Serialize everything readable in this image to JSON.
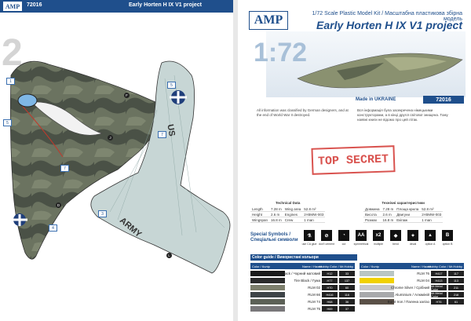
{
  "left_page": {
    "header_logo": "AMP",
    "kit_number": "72016",
    "title": "Early Horten H IX V1 project",
    "page_number": "2",
    "callouts": [
      "1",
      "5",
      "5",
      "7",
      "7",
      "3",
      "4"
    ],
    "dot_labels": [
      "F",
      "J",
      "D",
      "L"
    ],
    "insignia_text": "US",
    "wing_text": "ARMY"
  },
  "right_page": {
    "logo": "AMP",
    "kit_line": "1/72  Scale Plastic Model Kit / Масштабна пластикова збірна модель",
    "kit_name": "Early Horten H IX V1 project",
    "scale_text": "1:72",
    "made_in": "Made in UKRAINE",
    "kit_number": "72016",
    "info_en": "All information was classified by German designers, and at the end of World War II destroyed.",
    "info_ua": "Вся інформація була засекречена німецькими конструкторами, а в кінці другої світової знищена. Тому наявні книги не відомо про цей літак.",
    "stamp": "TOP SECRET",
    "tech_en": {
      "title": "Technical Data",
      "rows": [
        [
          "Length",
          "7.28 m",
          "Wing area",
          "52.8 m²"
        ],
        [
          "Height",
          "2.6 m",
          "Engines",
          "2×BMW-003"
        ],
        [
          "Wingspan",
          "16.8 m",
          "Crew",
          "1 man"
        ]
      ]
    },
    "tech_ua": {
      "title": "Технічні характеристики",
      "rows": [
        [
          "Довжина",
          "7.28 m",
          "Площа крила",
          "52.8 m²"
        ],
        [
          "Висота",
          "2.6 m",
          "Двигуни",
          "2×BMW-003"
        ],
        [
          "Розмах",
          "16.8 m",
          "Екіпаж",
          "1 man"
        ]
      ]
    },
    "symbols_title_1": "Special Symbols /",
    "symbols_title_2": "Спеціальні символи",
    "symbols": [
      {
        "glyph": "⚗",
        "caption": "use CA glue"
      },
      {
        "glyph": "⊘",
        "caption": "don't cement"
      },
      {
        "glyph": "◔",
        "caption": "cut"
      },
      {
        "glyph": "AA",
        "caption": "symmetrical"
      },
      {
        "glyph": "x2",
        "caption": "multiple"
      },
      {
        "glyph": "◆",
        "caption": "bend"
      },
      {
        "glyph": "✦",
        "caption": "decal"
      },
      {
        "glyph": "▲",
        "caption": "option A"
      },
      {
        "glyph": "B",
        "caption": "option B"
      }
    ],
    "color_guide_title": "Color guide / Використані кольори",
    "color_head": {
      "col1": "Color / Колір",
      "col2": "Name / Назва",
      "col3": "Hobby Color / Mr.Hobby"
    },
    "colors_left": [
      {
        "name": "Flat Black / Чорний матовий",
        "c1": "H12",
        "c2": "33",
        "hex": "#1a1a1a"
      },
      {
        "name": "Tire Black / Гума",
        "c1": "H77",
        "c2": "137",
        "hex": "#2b2b2b"
      },
      {
        "name": "RLM 02",
        "c1": "H70",
        "c2": "60",
        "hex": "#7d7f6c"
      },
      {
        "name": "RLM 66",
        "c1": "H416",
        "c2": "116",
        "hex": "#3e4448"
      },
      {
        "name": "RLM 74",
        "c1": "H68",
        "c2": "36",
        "hex": "#5c6157"
      },
      {
        "name": "RLM 75",
        "c1": "H69",
        "c2": "37",
        "hex": "#79787a"
      }
    ],
    "colors_right": [
      {
        "name": "RLM 76",
        "c1": "H417",
        "c2": "117",
        "hex": "#b9c6c4"
      },
      {
        "name": "RLM 04",
        "c1": "H413",
        "c2": "113",
        "hex": "#f1d100"
      },
      {
        "name": "Chrome Silver / Срібний",
        "c1": "Mr.Metal Color",
        "c2": "211",
        "hex": "#c8c8c8"
      },
      {
        "name": "Aluminium / Алюміній",
        "c1": "Mr.Metal Color",
        "c2": "218",
        "hex": "#a8a9ab"
      },
      {
        "name": "Burnt Iron / Палена залізо",
        "c1": "H76",
        "c2": "61",
        "hex": "#5a5047"
      }
    ]
  }
}
